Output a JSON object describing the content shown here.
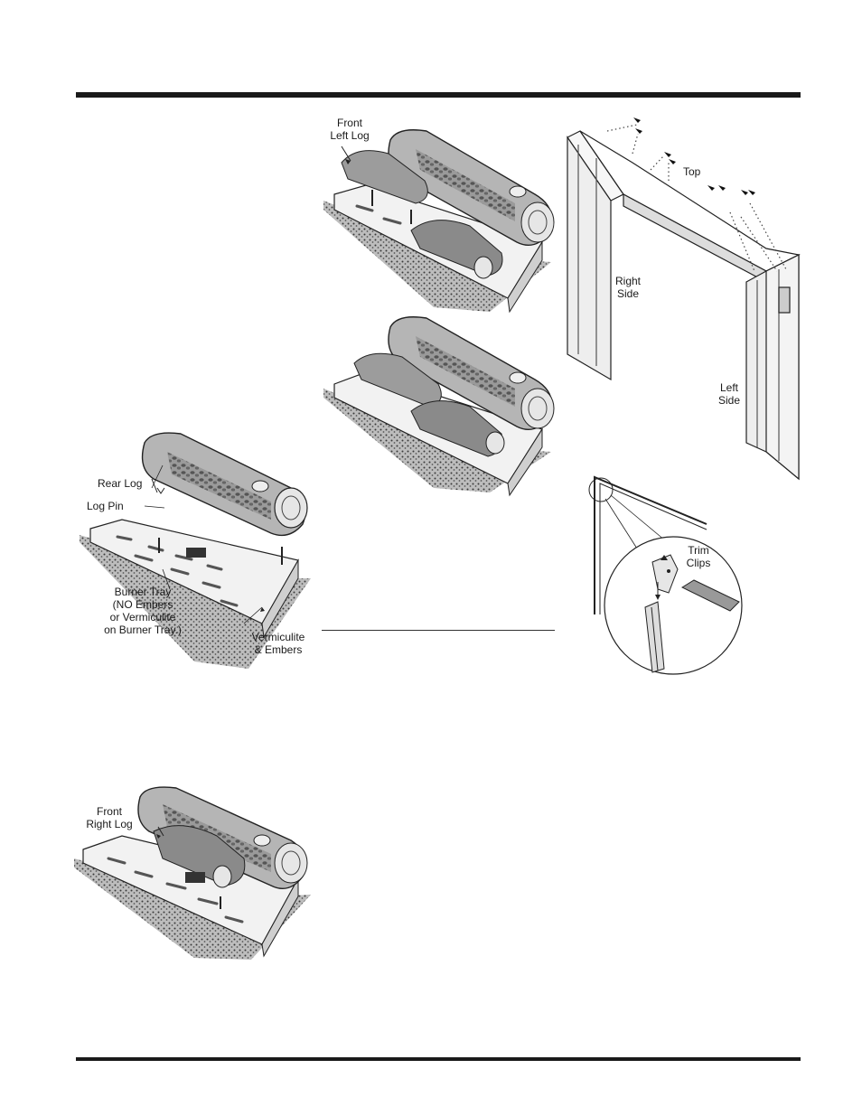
{
  "figures": {
    "rear_log": {
      "labels": {
        "rear_log": "Rear Log",
        "log_pin": "Log Pin",
        "burner_tray_1": "Burner Tray",
        "burner_tray_2": "(NO Embers",
        "burner_tray_3": "or Vermiculite",
        "burner_tray_4": "on Burner Tray.)",
        "vermiculite_1": "Vermiculite",
        "vermiculite_2": "& Embers"
      }
    },
    "front_right_log": {
      "labels": {
        "line1": "Front",
        "line2": "Right Log"
      }
    },
    "front_left_log": {
      "labels": {
        "line1": "Front",
        "line2": "Left Log"
      }
    },
    "completed_logs": {},
    "trim_frame": {
      "labels": {
        "top": "Top",
        "right_1": "Right",
        "right_2": "Side",
        "left_1": "Left",
        "left_2": "Side"
      }
    },
    "trim_clips": {
      "labels": {
        "line1": "Trim",
        "line2": "Clips"
      }
    }
  }
}
